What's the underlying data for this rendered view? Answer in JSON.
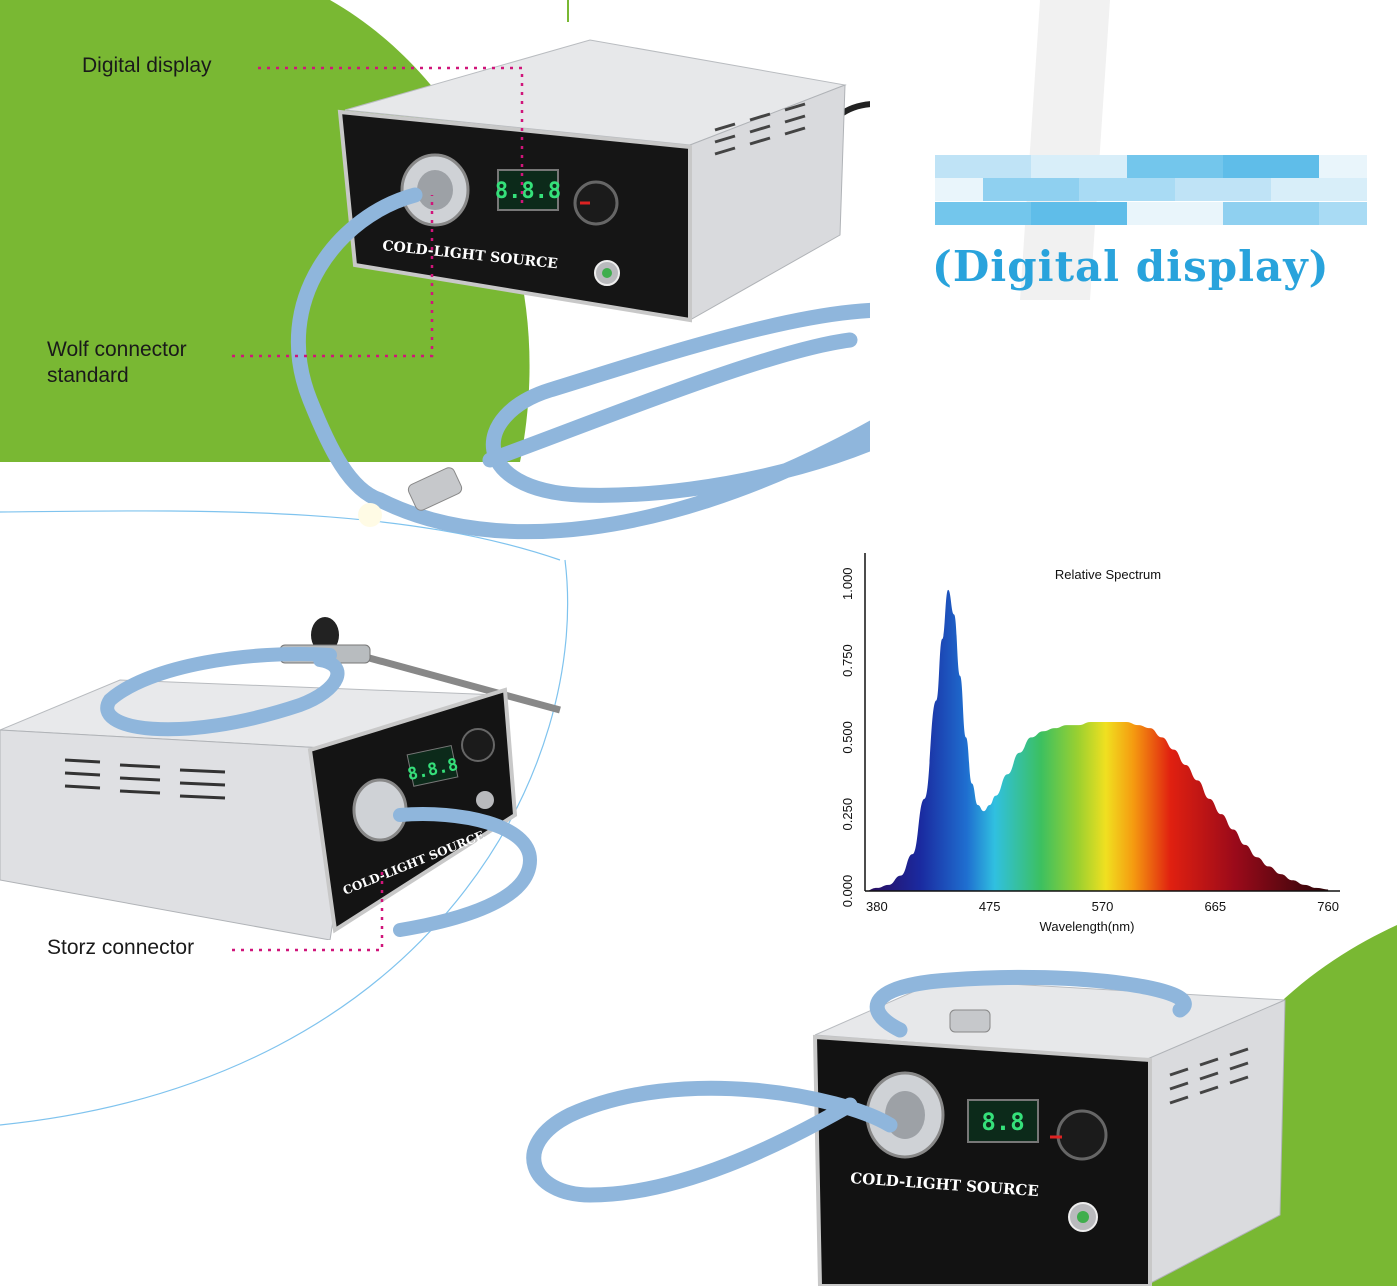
{
  "callouts": {
    "digital_display": "Digital display",
    "wolf_line1": "Wolf connector",
    "wolf_line2": "standard",
    "storz": "Storz connector"
  },
  "headline": "(Digital display)",
  "device_label": "COLD-LIGHT SOURCE",
  "display_readout": "8.8",
  "colors": {
    "green": "#79b833",
    "cable": "#8fb6dc",
    "callout_line": "#d0157a",
    "headline": "#29a3dc",
    "arc_line": "#7fc3ee"
  },
  "chart_data": {
    "type": "area",
    "title": "Relative Spectrum",
    "xlabel": "Wavelength(nm)",
    "ylabel": "",
    "xlim": [
      370,
      770
    ],
    "ylim": [
      0,
      1.1
    ],
    "x_ticks": [
      "380",
      "475",
      "570",
      "665",
      "760"
    ],
    "y_ticks": [
      "0.000",
      "0.250",
      "0.500",
      "0.750",
      "1.000"
    ],
    "x": [
      370,
      380,
      390,
      400,
      410,
      420,
      430,
      435,
      440,
      445,
      450,
      455,
      460,
      465,
      470,
      475,
      480,
      490,
      500,
      510,
      520,
      530,
      540,
      550,
      560,
      570,
      580,
      590,
      600,
      610,
      620,
      630,
      640,
      650,
      660,
      670,
      680,
      690,
      700,
      710,
      720,
      730,
      740,
      750,
      760
    ],
    "y": [
      0.0,
      0.01,
      0.02,
      0.05,
      0.12,
      0.3,
      0.62,
      0.82,
      0.98,
      0.9,
      0.7,
      0.5,
      0.35,
      0.28,
      0.26,
      0.28,
      0.31,
      0.38,
      0.45,
      0.5,
      0.52,
      0.53,
      0.54,
      0.54,
      0.55,
      0.55,
      0.55,
      0.55,
      0.54,
      0.53,
      0.5,
      0.46,
      0.41,
      0.36,
      0.3,
      0.25,
      0.2,
      0.15,
      0.11,
      0.08,
      0.055,
      0.035,
      0.02,
      0.01,
      0.005
    ]
  }
}
